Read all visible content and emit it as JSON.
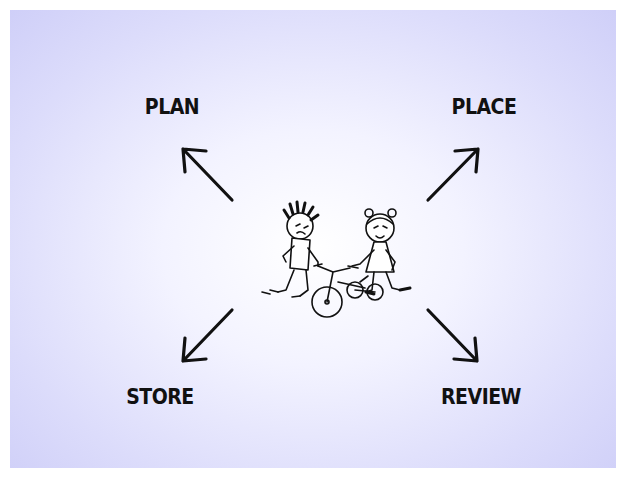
{
  "diagram": {
    "labels": [
      "PLAN",
      "PLACE",
      "STORE",
      "REVIEW"
    ]
  }
}
